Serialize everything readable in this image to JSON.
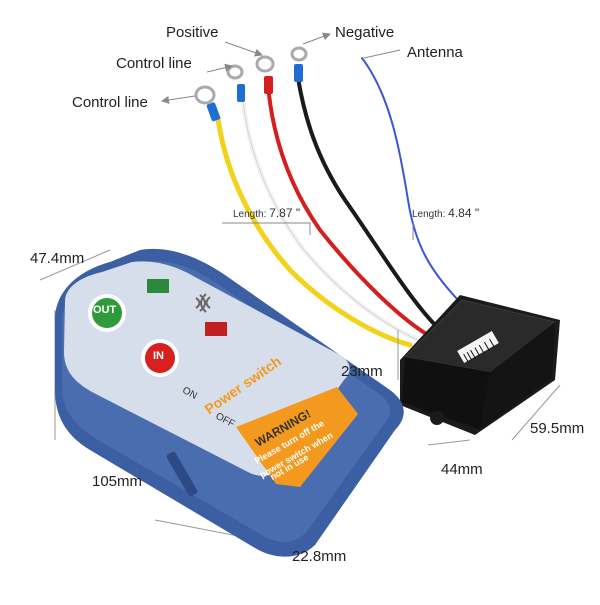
{
  "wire_labels": {
    "positive": "Positive",
    "negative": "Negative",
    "antenna": "Antenna",
    "control_line_1": "Control line",
    "control_line_2": "Control line"
  },
  "lengths": {
    "wire_prefix": "Length:",
    "wire_value": "7.87 \"",
    "antenna_prefix": "Length:",
    "antenna_value": "4.84 \""
  },
  "dimensions": {
    "remote_width": "47.4mm",
    "remote_length": "105mm",
    "remote_thickness": "22.8mm",
    "receiver_height": "23mm",
    "receiver_width": "44mm",
    "receiver_length": "59.5mm"
  },
  "remote": {
    "out_button": "OUT",
    "in_button": "IN",
    "on_label": "ON",
    "off_label": "OFF",
    "power_switch": "Power switch",
    "warning_title": "WARNING!",
    "warning_text": [
      "Please turn off the",
      "power switch when",
      "not  in  use"
    ],
    "colors": {
      "body": "#3c5fa3",
      "face": "#cfd8e8",
      "out": "#2e9a3a",
      "in": "#d8201f",
      "warning": "#f39a1e"
    }
  },
  "wire_colors": {
    "yellow": "#f2d21a",
    "white": "#f4f4f4",
    "red": "#d51f1f",
    "black": "#1a1a1a",
    "antenna": "#3a55d8"
  }
}
